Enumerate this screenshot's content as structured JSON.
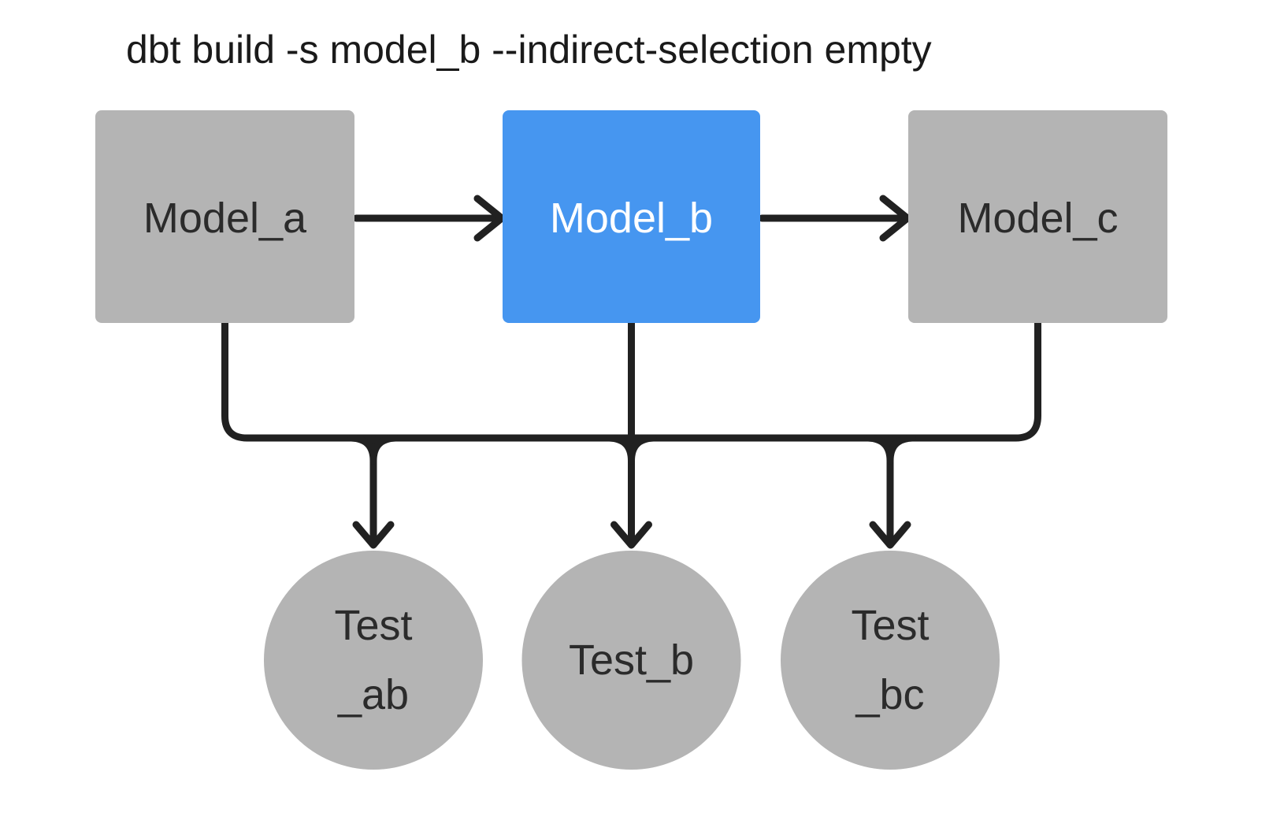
{
  "title": "dbt build -s model_b --indirect-selection empty",
  "colors": {
    "background": "#ffffff",
    "node_gray": "#b4b4b4",
    "node_selected_blue": "#4696f0",
    "edge": "#212121",
    "label_dark": "#2b2b2b",
    "label_light": "#ffffff",
    "title_color": "#1a1a1a"
  },
  "diagram": {
    "models": [
      {
        "id": "model_a",
        "label": "Model_a",
        "selected": false
      },
      {
        "id": "model_b",
        "label": "Model_b",
        "selected": true
      },
      {
        "id": "model_c",
        "label": "Model_c",
        "selected": false
      }
    ],
    "tests": [
      {
        "id": "test_ab",
        "label": "Test_ab",
        "lines": [
          "Test",
          "_ab"
        ]
      },
      {
        "id": "test_b",
        "label": "Test_b",
        "lines": [
          "Test_b"
        ]
      },
      {
        "id": "test_bc",
        "label": "Test_bc",
        "lines": [
          "Test",
          "_bc"
        ]
      }
    ],
    "edges": [
      {
        "from": "model_a",
        "to": "model_b"
      },
      {
        "from": "model_b",
        "to": "model_c"
      },
      {
        "from": "model_a",
        "to": "test_ab"
      },
      {
        "from": "model_b",
        "to": "test_ab"
      },
      {
        "from": "model_b",
        "to": "test_b"
      },
      {
        "from": "model_b",
        "to": "test_bc"
      },
      {
        "from": "model_c",
        "to": "test_bc"
      }
    ]
  }
}
